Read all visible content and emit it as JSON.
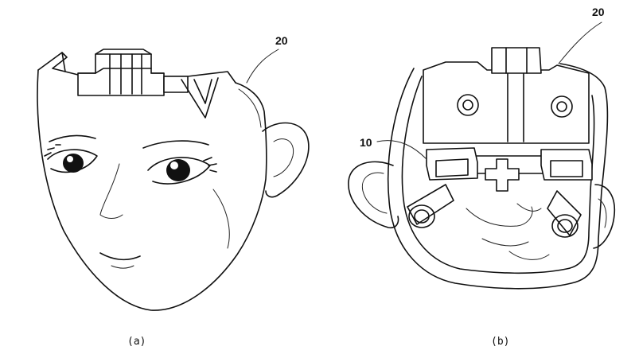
{
  "figure": {
    "labels": {
      "panel_a": "(a)",
      "panel_b": "(b)",
      "ref_head_a": "20",
      "ref_head_b": "20",
      "ref_connector": "10"
    }
  }
}
